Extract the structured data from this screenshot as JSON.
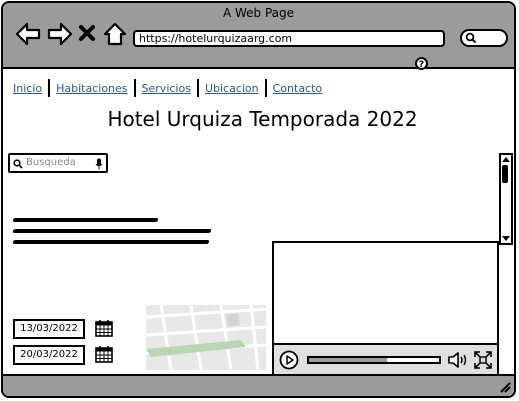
{
  "window": {
    "title": "A Web Page"
  },
  "address_bar": {
    "url": "https://hotelurquizaarg.com"
  },
  "nav": {
    "items": [
      {
        "label": "Inicio"
      },
      {
        "label": "Habitaciones"
      },
      {
        "label": "Servicios"
      },
      {
        "label": "Ubicacion"
      },
      {
        "label": "Contacto"
      }
    ]
  },
  "page": {
    "heading": "Hotel Urquiza Temporada 2022"
  },
  "search": {
    "placeholder": "Busqueda"
  },
  "dates": {
    "checkin": "13/03/2022",
    "checkout": "20/03/2022"
  },
  "icons": {
    "back": "back-arrow-icon",
    "forward": "forward-arrow-icon",
    "stop": "close-icon",
    "home": "home-icon",
    "search": "search-icon",
    "mic": "microphone-icon",
    "help": "help-icon",
    "calendar": "calendar-icon",
    "play": "play-icon",
    "volume": "volume-icon",
    "fullscreen": "fullscreen-icon",
    "resize": "resize-grip-icon"
  },
  "video": {
    "progress": 0.6
  },
  "colors": {
    "chrome": "#9b9b9b",
    "link": "#2a56a8"
  }
}
